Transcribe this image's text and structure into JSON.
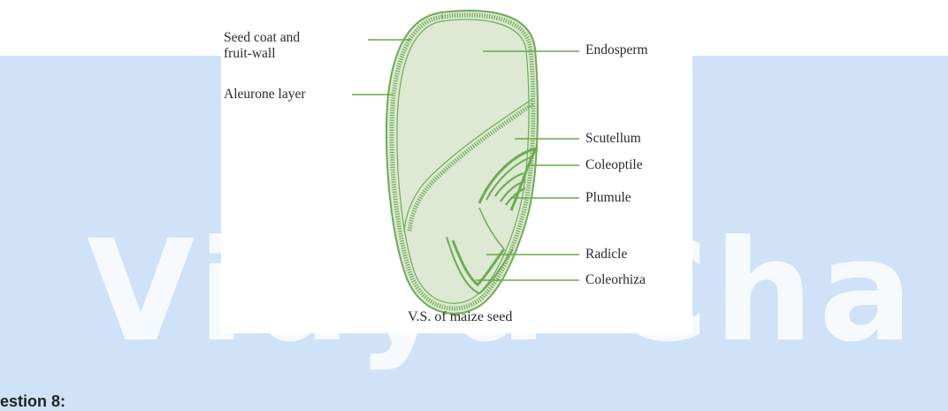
{
  "watermark": {
    "text": "Vidya Champ"
  },
  "figure": {
    "caption": "V.S. of maize seed",
    "labels": {
      "seed_coat": "Seed coat and",
      "seed_coat_line2": "fruit-wall",
      "aleurone": "Aleurone layer",
      "endosperm": "Endosperm",
      "scutellum": "Scutellum",
      "coleoptile": "Coleoptile",
      "plumule": "Plumule",
      "radicle": "Radicle",
      "coleorhiza": "Coleorhiza"
    },
    "colors": {
      "outline": "#6dab55",
      "fill": "#dde9d2",
      "line": "#6aa84f"
    }
  },
  "question": {
    "heading": "estion 8:"
  }
}
